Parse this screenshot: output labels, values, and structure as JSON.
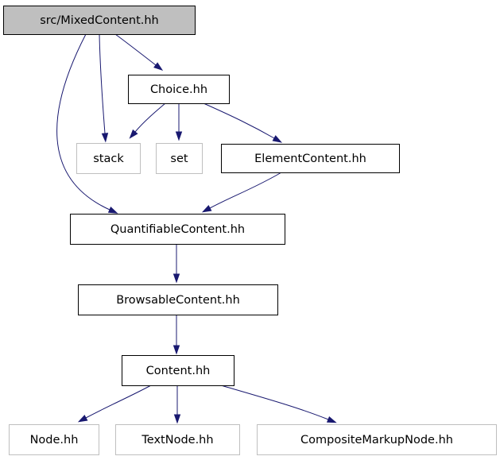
{
  "diagram": {
    "nodes": [
      {
        "id": "mixed",
        "label": "src/MixedContent.hh",
        "kind": "root"
      },
      {
        "id": "choice",
        "label": "Choice.hh",
        "kind": "internal"
      },
      {
        "id": "stack",
        "label": "stack",
        "kind": "external"
      },
      {
        "id": "set",
        "label": "set",
        "kind": "external"
      },
      {
        "id": "element",
        "label": "ElementContent.hh",
        "kind": "internal"
      },
      {
        "id": "quant",
        "label": "QuantifiableContent.hh",
        "kind": "internal"
      },
      {
        "id": "browsable",
        "label": "BrowsableContent.hh",
        "kind": "internal"
      },
      {
        "id": "content",
        "label": "Content.hh",
        "kind": "internal"
      },
      {
        "id": "node",
        "label": "Node.hh",
        "kind": "external"
      },
      {
        "id": "textnode",
        "label": "TextNode.hh",
        "kind": "external"
      },
      {
        "id": "composite",
        "label": "CompositeMarkupNode.hh",
        "kind": "external"
      }
    ],
    "edges": [
      {
        "from": "mixed",
        "to": "choice"
      },
      {
        "from": "mixed",
        "to": "stack"
      },
      {
        "from": "mixed",
        "to": "quant"
      },
      {
        "from": "choice",
        "to": "stack"
      },
      {
        "from": "choice",
        "to": "set"
      },
      {
        "from": "choice",
        "to": "element"
      },
      {
        "from": "element",
        "to": "quant"
      },
      {
        "from": "quant",
        "to": "browsable"
      },
      {
        "from": "browsable",
        "to": "content"
      },
      {
        "from": "content",
        "to": "node"
      },
      {
        "from": "content",
        "to": "textnode"
      },
      {
        "from": "content",
        "to": "composite"
      }
    ],
    "colors": {
      "edge": "#191970",
      "root_fill": "#bfbfbf",
      "internal_border": "#000000",
      "external_border": "#bfbfbf"
    }
  }
}
